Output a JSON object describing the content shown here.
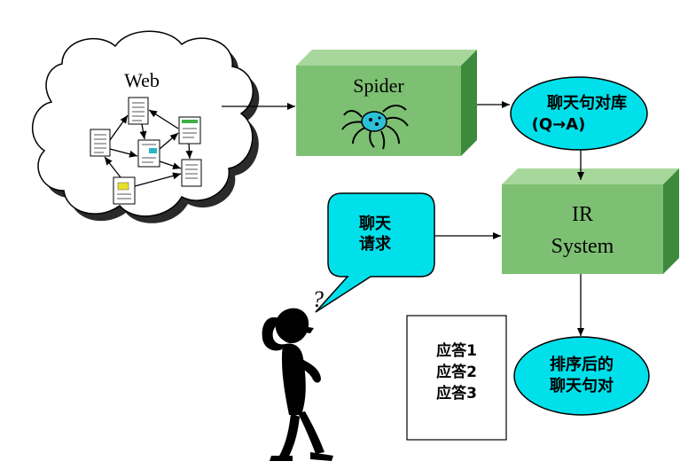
{
  "nodes": {
    "web": {
      "label": "Web"
    },
    "spider": {
      "label": "Spider"
    },
    "qa_db": {
      "line1": "聊天句对库",
      "line2": "(Q→A)"
    },
    "ir_system": {
      "line1": "IR",
      "line2": "System"
    },
    "request": {
      "line1": "聊天",
      "line2": "请求"
    },
    "answers": {
      "items": [
        "应答1",
        "应答2",
        "应答3"
      ]
    },
    "ranked": {
      "line1": "排序后的",
      "line2": "聊天句对"
    }
  },
  "figure": {
    "question_mark": "?"
  },
  "colors": {
    "box_green": "#7dc073",
    "box_green_dark": "#3d8a3d",
    "box_green_light": "#a8d79c",
    "bubble_cyan": "#00e0ea",
    "line": "#000000"
  }
}
